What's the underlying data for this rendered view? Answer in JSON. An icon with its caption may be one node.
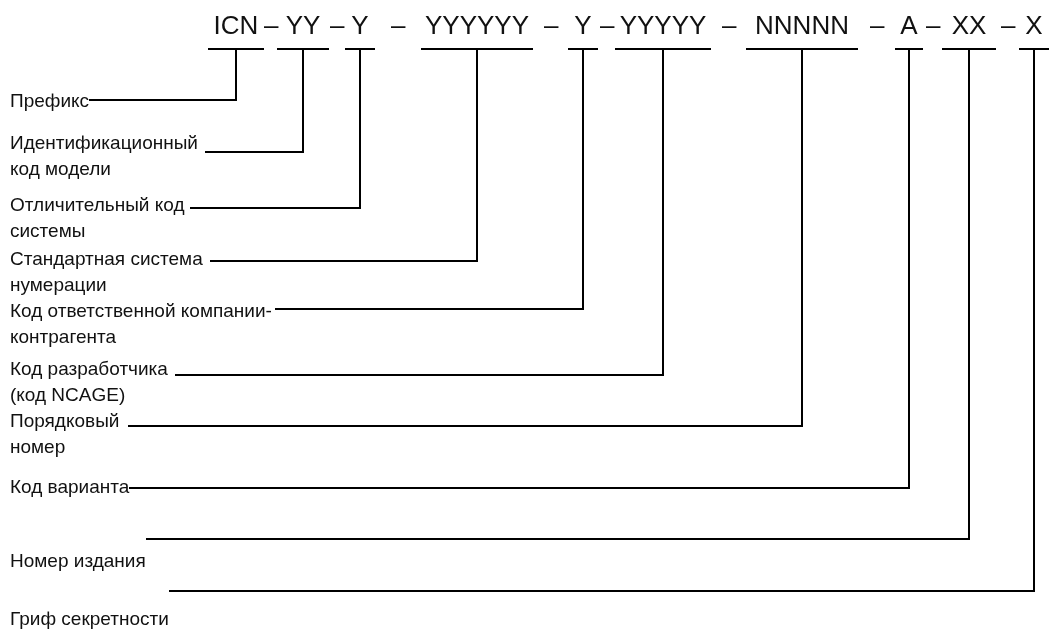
{
  "diagram": {
    "nodes": [
      {
        "text": [
          "ICN"
        ]
      },
      {
        "text": [
          "YY"
        ]
      },
      {
        "text": [
          "Y"
        ]
      },
      {
        "text": [
          "YYYYYY"
        ]
      },
      {
        "text": [
          "Y"
        ]
      },
      {
        "text": [
          "YYYYY"
        ]
      },
      {
        "text": [
          "NNNNN"
        ]
      },
      {
        "text": [
          "A"
        ]
      },
      {
        "text": [
          "XX"
        ]
      },
      {
        "text": [
          "X"
        ]
      },
      {
        "text": [
          "Префикс"
        ]
      },
      {
        "text": [
          "Идентификационный код модели"
        ]
      },
      {
        "text": [
          "Отличительный код системы"
        ]
      },
      {
        "text": [
          "Стандартная система нумерации"
        ]
      },
      {
        "text": [
          "Код ответственной компании-контрагента"
        ]
      },
      {
        "text": [
          "Код разработчика (код NCAGE)"
        ]
      },
      {
        "text": [
          "Порядковый номер"
        ]
      },
      {
        "text": [
          "Код варианта"
        ]
      },
      {
        "text": [
          "Номер издания"
        ]
      },
      {
        "text": [
          "Гриф секретности"
        ]
      }
    ],
    "edges": [
      {
        "from": 10,
        "to": 0,
        "arrow": "none"
      },
      {
        "from": 11,
        "to": 1,
        "arrow": "none"
      },
      {
        "from": 12,
        "to": 2,
        "arrow": "none"
      },
      {
        "from": 13,
        "to": 3,
        "arrow": "none"
      },
      {
        "from": 14,
        "to": 4,
        "arrow": "none"
      },
      {
        "from": 15,
        "to": 5,
        "arrow": "none"
      },
      {
        "from": 16,
        "to": 6,
        "arrow": "none"
      },
      {
        "from": 17,
        "to": 7,
        "arrow": "none"
      },
      {
        "from": 18,
        "to": 8,
        "arrow": "none"
      },
      {
        "from": 19,
        "to": 9,
        "arrow": "none"
      }
    ],
    "labels": [
      "–",
      "–",
      "–",
      "–",
      "–",
      "–",
      "–",
      "–",
      "–"
    ]
  }
}
